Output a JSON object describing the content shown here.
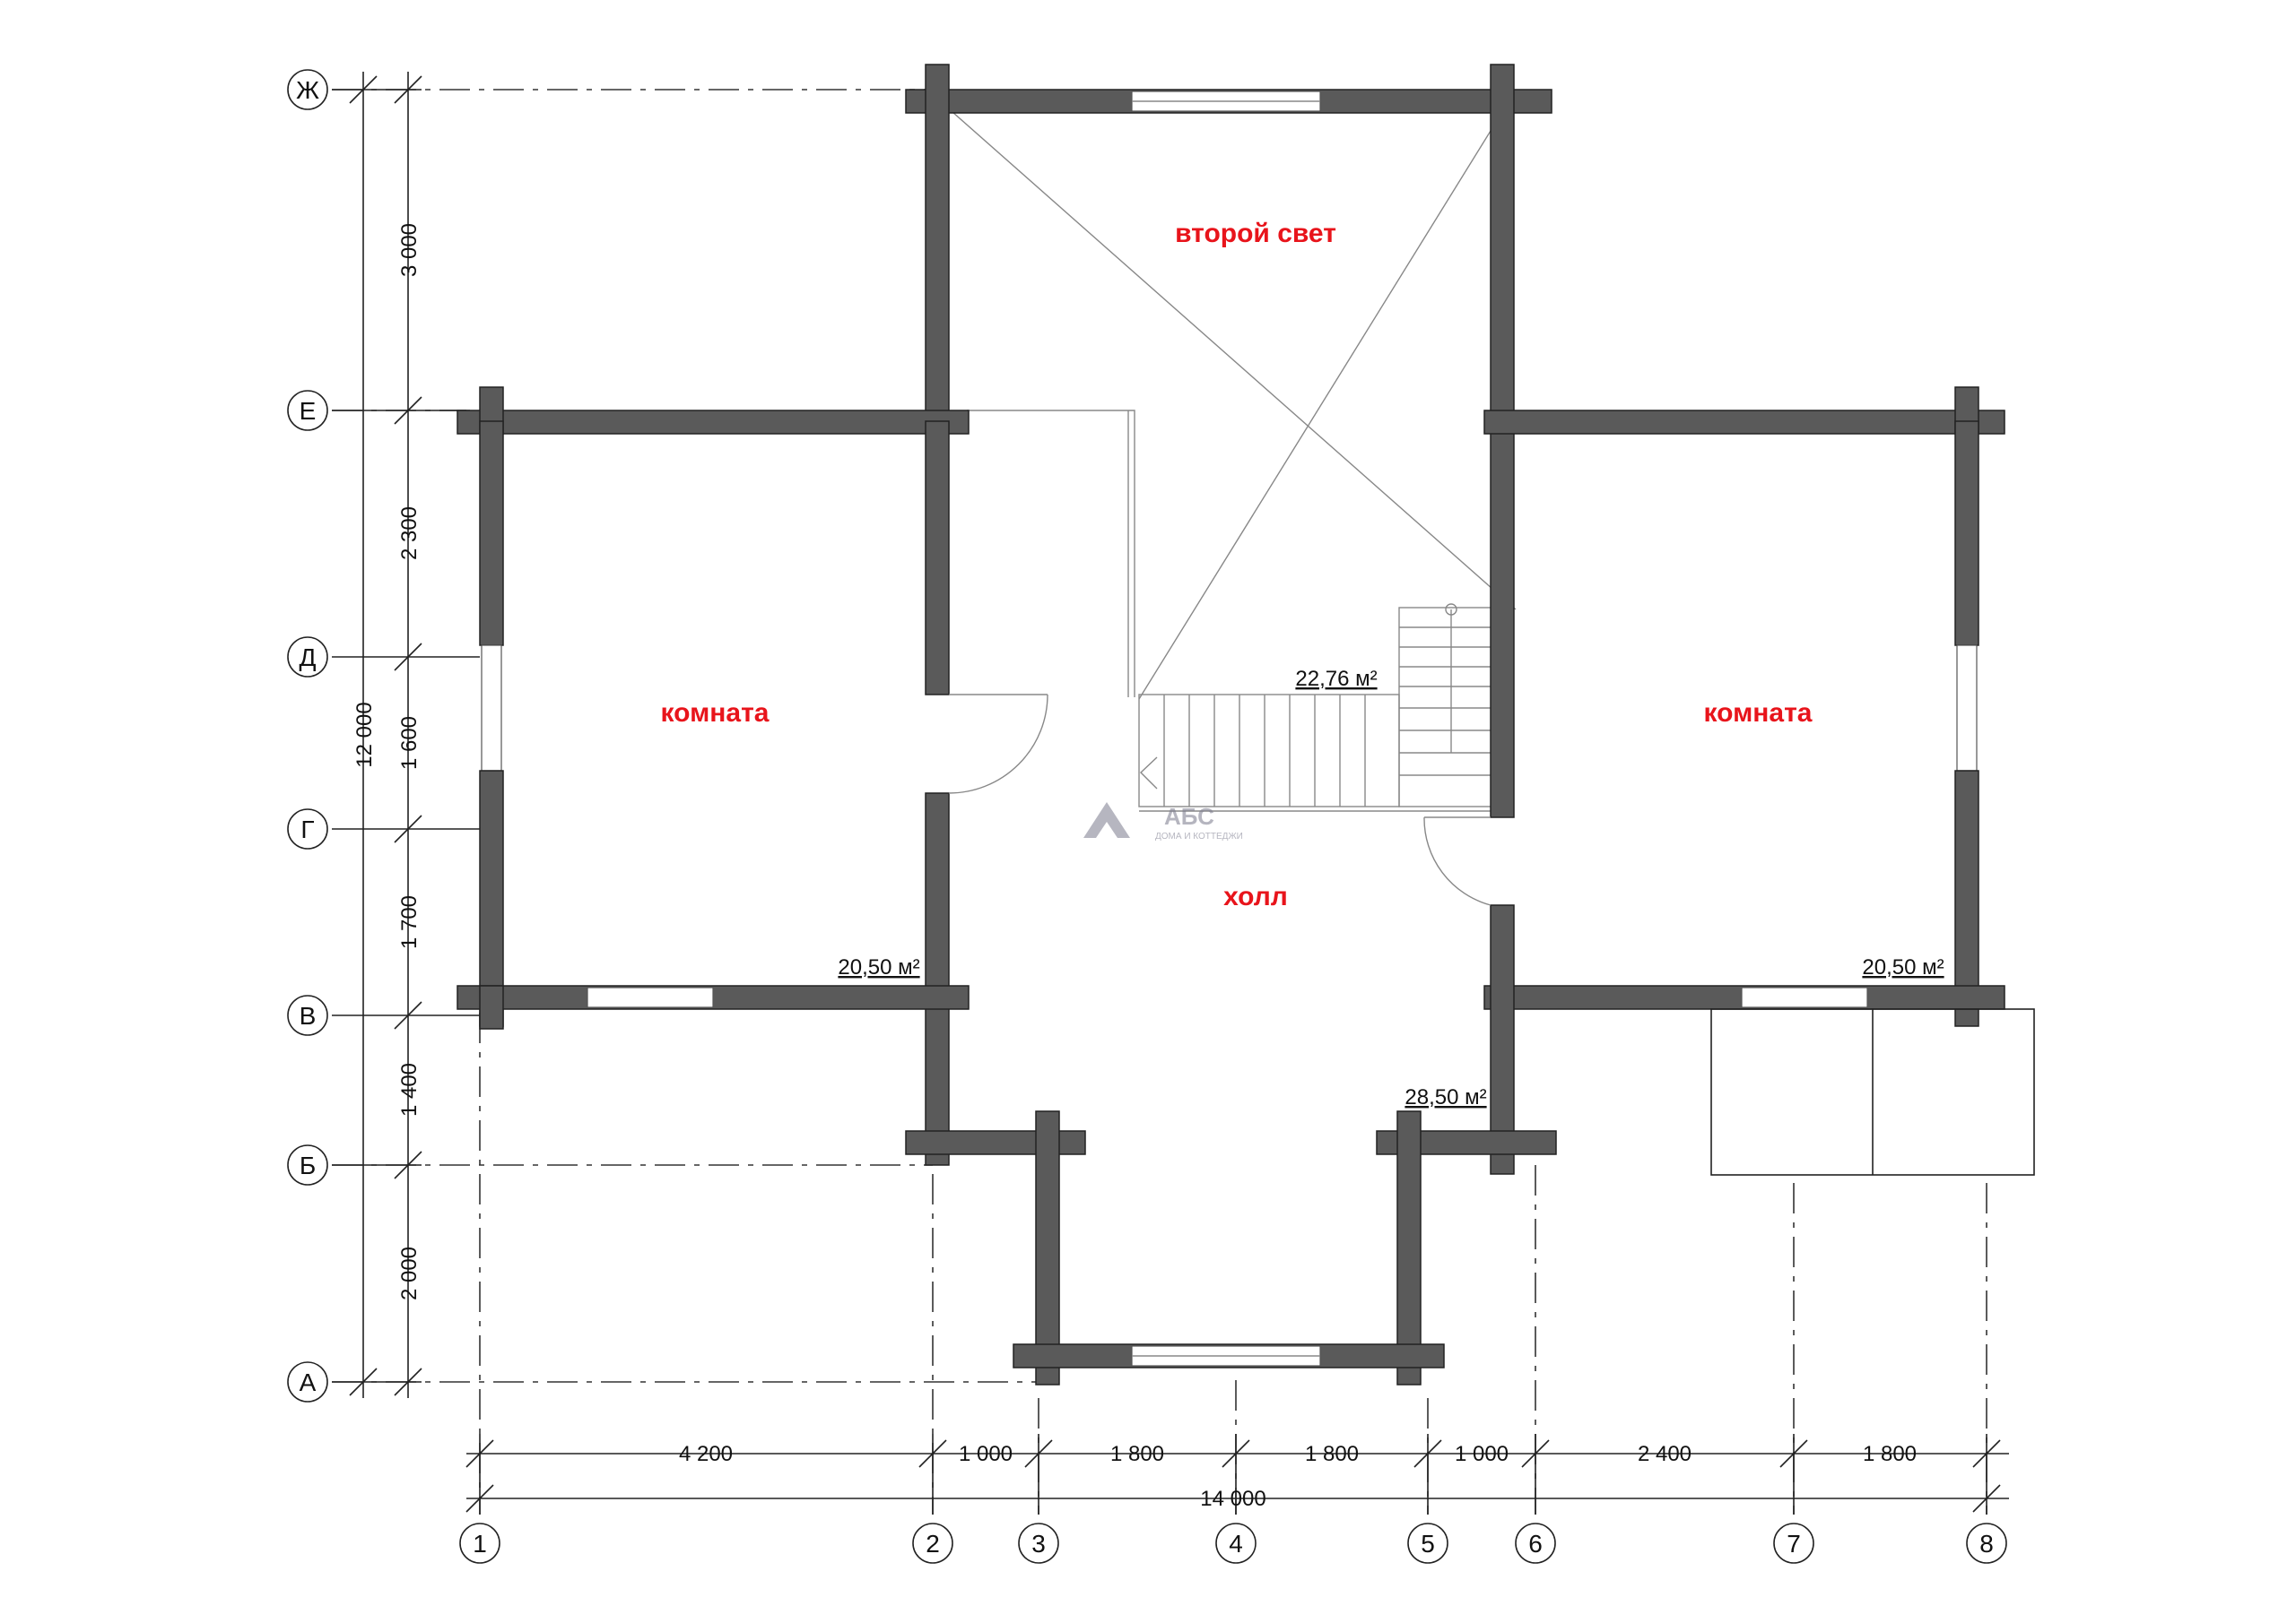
{
  "axes": {
    "rows": [
      "Ж",
      "Е",
      "Д",
      "Г",
      "В",
      "Б",
      "А"
    ],
    "cols": [
      "1",
      "2",
      "3",
      "4",
      "5",
      "6",
      "7",
      "8"
    ]
  },
  "dimensions": {
    "vertical": [
      "3 000",
      "2 300",
      "1 600",
      "1 700",
      "1 400",
      "2 000"
    ],
    "vertical_total": "12 000",
    "horizontal": [
      "4 200",
      "1 000",
      "1 800",
      "1 800",
      "1 000",
      "2 400",
      "1 800"
    ],
    "horizontal_total": "14 000"
  },
  "rooms": {
    "second_light": "второй свет",
    "left_room": "комната",
    "right_room": "комната",
    "hall": "холл"
  },
  "areas": {
    "stair_area": "22,76 м²",
    "left_room_area": "20,50 м²",
    "right_room_area": "20,50 м²",
    "hall_area": "28,50 м²"
  },
  "logo": {
    "brand": "АБС",
    "tagline": "ДОМА И КОТТЕДЖИ"
  },
  "colors": {
    "wall": "#5a5a5a",
    "room_label": "#e8141b"
  }
}
